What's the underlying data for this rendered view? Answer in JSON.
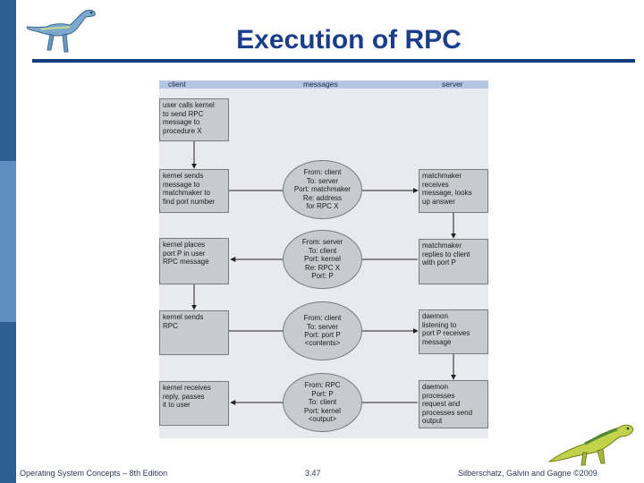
{
  "slide": {
    "title": "Execution of RPC"
  },
  "diagram": {
    "headers": {
      "client": "client",
      "messages": "messages",
      "server": "server"
    },
    "client_boxes": [
      "user calls kernel\nto send RPC\nmessage to\nprocedure X",
      "kernel sends\nmessage to\nmatchmaker to\nfind port number",
      "kernel places\nport P in user\nRPC message",
      "kernel sends\nRPC",
      "kernel receives\nreply, passes\nit to user"
    ],
    "messages": [
      "From: client\nTo: server\nPort: matchmaker\nRe: address\nfor RPC X",
      "From: server\nTo: client\nPort: kernel\nRe: RPC X\nPort: P",
      "From: client\nTo: server\nPort: port P\n<contents>",
      "From: RPC\nPort: P\nTo: client\nPort: kernel\n<output>"
    ],
    "server_boxes": [
      "matchmaker\nreceives\nmessage, looks\nup answer",
      "matchmaker\nreplies to client\nwith port P",
      "daemon\nlistening to\nport P receives\nmessage",
      "daemon\nprocesses\nrequest and\nprocesses send\noutput"
    ]
  },
  "footer": {
    "left": "Operating System Concepts – 8th Edition",
    "center": "3.47",
    "right": "Silberschatz, Galvin and Gagne ©2009"
  },
  "colors": {
    "title": "#1a3e8c",
    "rule": "#123e7c",
    "sidebar_dark": "#2e5f93",
    "sidebar_light": "#5f8fc1",
    "header_bar": "#b4c6e2",
    "box_fill": "#c7cacf"
  },
  "icons": [
    "dinosaur-logo-top",
    "dinosaur-logo-bottom"
  ]
}
